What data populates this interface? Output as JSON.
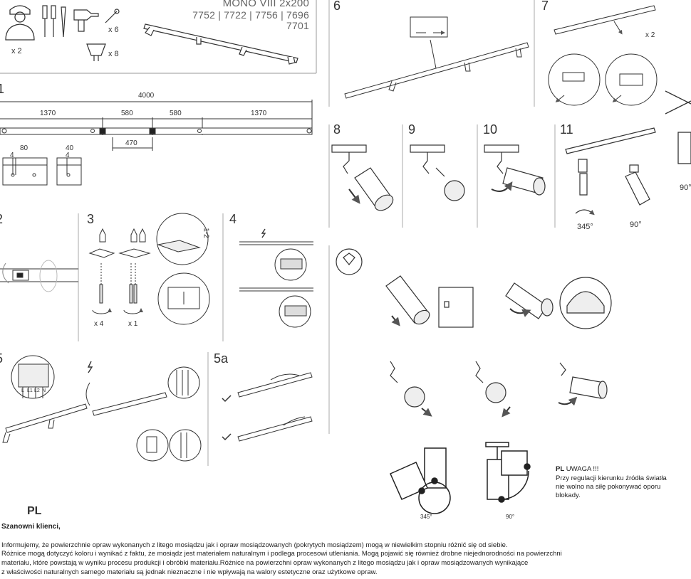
{
  "product": {
    "title": "MONO VIII 2x200",
    "codes_line1": "7752 | 7722 | 7756 | 7696",
    "codes_line2": "7701"
  },
  "kit": {
    "installers": "x 2",
    "screws": "x 6",
    "bulbs": "x 8"
  },
  "step_labels": {
    "s1": "1",
    "s2": "2",
    "s3": "3",
    "s4": "4",
    "s5": "5",
    "s5a": "5a",
    "s6": "6",
    "s7": "7",
    "s8": "8",
    "s9": "9",
    "s10": "10",
    "s11": "11"
  },
  "dimensions": {
    "total": "4000",
    "seg1": "1370",
    "seg2": "580",
    "seg3": "580",
    "seg4": "1370",
    "spacing": "470",
    "profile_a_width": "80",
    "profile_a_depth": "4",
    "profile_b_width": "40",
    "profile_b_depth": "4",
    "step3_depth": "1-2"
  },
  "quantities": {
    "step3_left": "x 4",
    "step3_right": "x 1",
    "step7": "x 2"
  },
  "angles": {
    "step11_rotate": "345°",
    "step11_tilt": "90°",
    "right_edge": "90°",
    "bottom_rotate": "345°",
    "bottom_tilt": "90°"
  },
  "terminal": {
    "l": "L",
    "l1": "L1",
    "l2": "L2",
    "n": "N"
  },
  "warning": {
    "lang": "PL",
    "title": "UWAGA !!!",
    "line1": "Przy regulacji kierunku źródła światła",
    "line2": "nie wolno na siłę pokonywać oporu",
    "line3": "blokady."
  },
  "pl_section": {
    "heading": "PL",
    "greeting": "Szanowni klienci,",
    "line1": "Informujemy, że powierzchnie opraw wykonanych z litego mosiądzu jak i opraw mosiądzowanych (pokrytych mosiądzem) mogą w niewielkim stopniu różnić się od siebie.",
    "line2": "Różnice mogą dotyczyć koloru i wynikać z faktu, że mosiądz jest materiałem naturalnym i podlega procesowi utleniania. Mogą pojawić się również drobne niejednorodności na powierzchni",
    "line3": "materiału, które powstają w wyniku procesu produkcji i obróbki materiału.Różnice na powierzchni opraw wykonanych z litego mosiądzu jak i opraw mosiądzowanych wynikające",
    "line4": "z właściwości naturalnych samego materiału są jednak nieznaczne i nie wpływają na walory estetyczne oraz użytkowe opraw."
  }
}
